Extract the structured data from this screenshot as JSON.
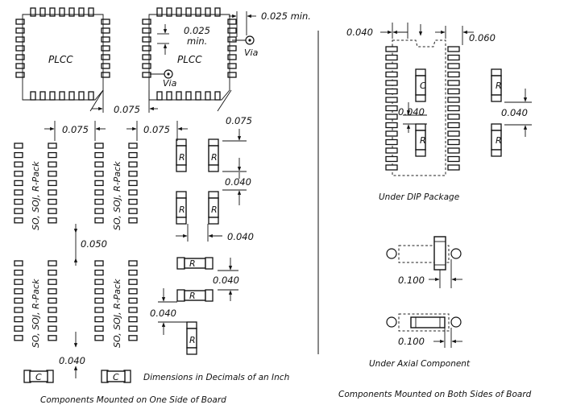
{
  "labels": {
    "plcc_left": "PLCC",
    "plcc_right": "PLCC",
    "via_right": "Via",
    "via_bottom": "Via",
    "resistor": "R",
    "capacitor": "C",
    "so_pack": "SO, SOJ, R-Pack"
  },
  "dimensions": {
    "d_0025_min_top": "0.025 min.",
    "d_0025_min_inner": "0.025",
    "d_min_word": "min.",
    "d_0075_plcc": "0.075",
    "d_0075_so_left": "0.075",
    "d_0075_so_right": "0.075",
    "d_0075_r_vert": "0.075",
    "d_0040_r_vert": "0.040",
    "d_0040_r_horiz": "0.040",
    "d_0040_rh_1": "0.040",
    "d_0040_rh_2": "0.040",
    "d_0050": "0.050",
    "d_0040_so_bottom": "0.040",
    "d_0040_dip_left": "0.040",
    "d_0060_dip": "0.060",
    "d_0040_dip_center": "0.040",
    "d_0040_dip_right": "0.040",
    "d_0100_axial_1": "0.100",
    "d_0100_axial_2": "0.100"
  },
  "captions": {
    "dimensions_note": "Dimensions in Decimals of an Inch",
    "one_side": "Components Mounted on One Side of Board",
    "under_dip": "Under DIP Package",
    "under_axial": "Under Axial Component",
    "both_sides": "Components Mounted on Both Sides of Board"
  }
}
